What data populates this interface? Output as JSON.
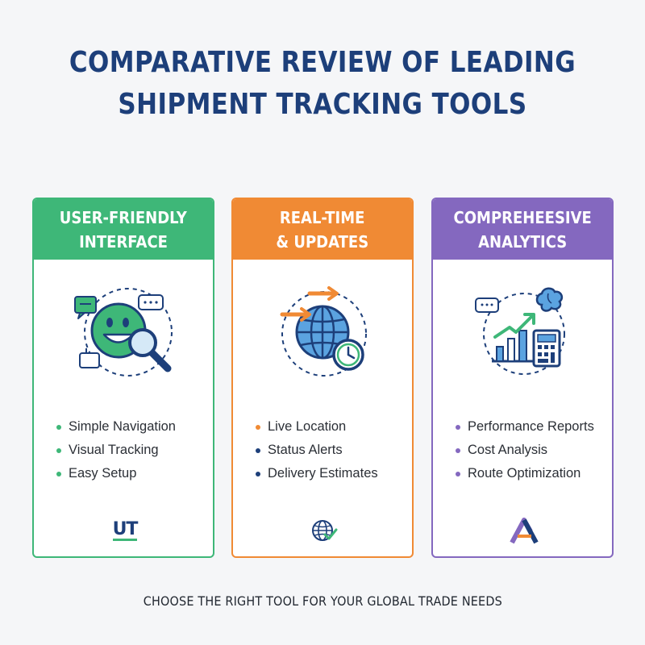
{
  "title": {
    "line1": "COMPARATIVE REVIEW OF LEADING",
    "line2": "SHIPMENT TRACKING TOOLS"
  },
  "colors": {
    "title": "#1d3f7a",
    "green": "#3eb778",
    "orange": "#f08a34",
    "purple": "#8468bf",
    "navy": "#1d3f7a"
  },
  "cards": [
    {
      "heading_line1": "USER-FRIENDLY",
      "heading_line2": "INTERFACE",
      "icon": "smiley-magnifier-icon",
      "features": [
        "Simple Navigation",
        "Visual Tracking",
        "Easy Setup"
      ],
      "logo_text": "UT"
    },
    {
      "heading_line1": "REAL-TIME",
      "heading_line2": "& UPDATES",
      "icon": "globe-clock-icon",
      "features": [
        "Live Location",
        "Status Alerts",
        "Delivery Estimates"
      ],
      "logo_icon": "globe-check-icon"
    },
    {
      "heading_line1": "COMPREHEESIVE",
      "heading_line2": "ANALYTICS",
      "icon": "chart-brain-calculator-icon",
      "features": [
        "Performance Reports",
        "Cost Analysis",
        "Route Optimization"
      ],
      "logo_icon": "triangle-a-logo-icon"
    }
  ],
  "footer": "CHOOSE THE RIGHT TOOL FOR YOUR GLOBAL TRADE NEEDS"
}
